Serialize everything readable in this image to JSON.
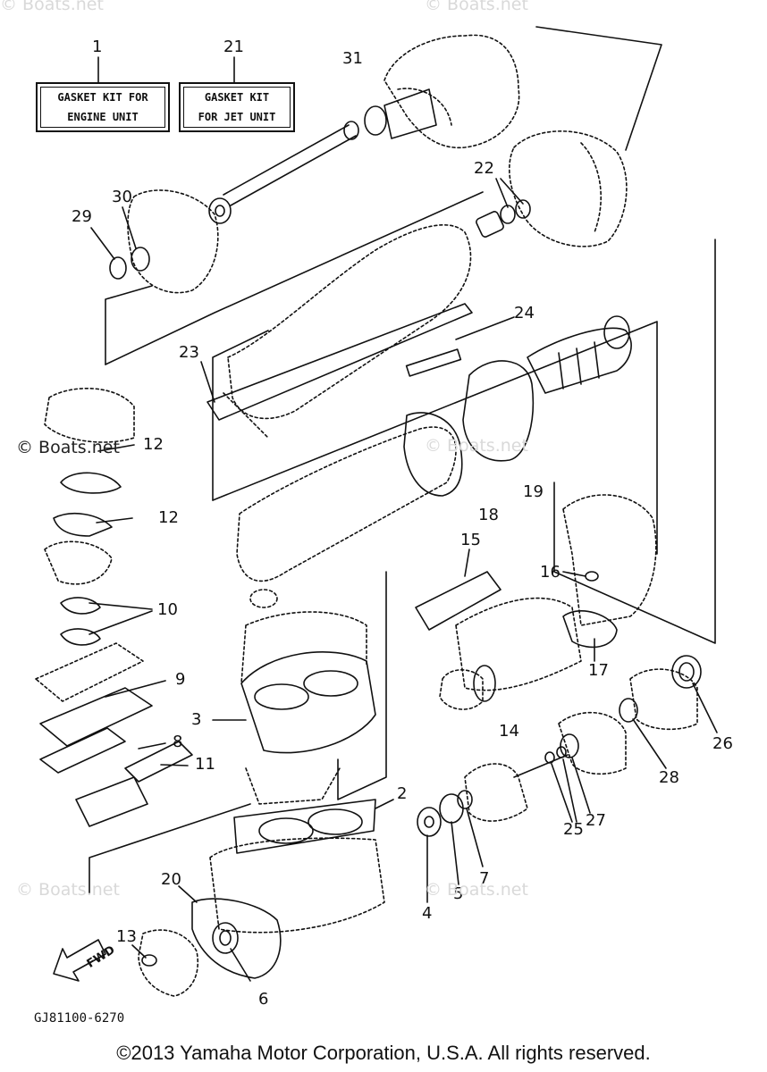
{
  "kits": [
    {
      "callout": "1",
      "lines": [
        "GASKET KIT FOR",
        "ENGINE UNIT"
      ]
    },
    {
      "callout": "21",
      "lines": [
        "GASKET KIT",
        "FOR JET UNIT"
      ]
    }
  ],
  "callouts": {
    "c31": "31",
    "c22": "22",
    "c30": "30",
    "c29": "29",
    "c24": "24",
    "c23": "23",
    "c12a": "12",
    "c12b": "12",
    "c18": "18",
    "c19": "19",
    "c15": "15",
    "c16": "16",
    "c10": "10",
    "c9": "9",
    "c3": "3",
    "c8": "8",
    "c11": "11",
    "c17": "17",
    "c14": "14",
    "c26": "26",
    "c2": "2",
    "c28": "28",
    "c25": "25",
    "c27": "27",
    "c20": "20",
    "c7": "7",
    "c5": "5",
    "c4": "4",
    "c13": "13",
    "c6": "6"
  },
  "watermarks": {
    "top_left": "© Boats.net",
    "top_right": "© Boats.net",
    "mid": "© Boats.net",
    "left_strong": "© Boats.net",
    "bottom_left": "© Boats.net",
    "bottom_mid": "© Boats.net"
  },
  "fwd_label": "FWD",
  "catalog_code": "GJ81100-6270",
  "copyright": "©2013 Yamaha Motor Corporation, U.S.A. All rights reserved."
}
